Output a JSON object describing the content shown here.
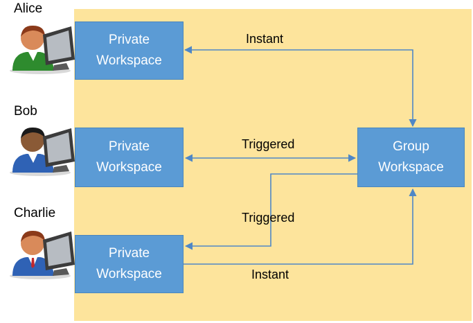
{
  "users": [
    {
      "name": "Alice",
      "shirt_color": "#2e8b2e",
      "hair_color": "#8b3a1a",
      "skin_color": "#d98a5a"
    },
    {
      "name": "Bob",
      "shirt_color": "#2f62b5",
      "hair_color": "#1a1a1a",
      "skin_color": "#8a5a36"
    },
    {
      "name": "Charlie",
      "shirt_color": "#2f62b5",
      "hair_color": "#8b3a1a",
      "skin_color": "#d98a5a"
    }
  ],
  "private_workspace": {
    "line1": "Private",
    "line2": "Workspace"
  },
  "group_workspace": {
    "line1": "Group",
    "line2": "Workspace"
  },
  "links": {
    "alice": "Instant",
    "bob": "Triggered",
    "charlie_in": "Triggered",
    "charlie_out": "Instant"
  },
  "colors": {
    "panel": "#fde49c",
    "box": "#5b9bd5",
    "arrow": "#4f87c6"
  }
}
